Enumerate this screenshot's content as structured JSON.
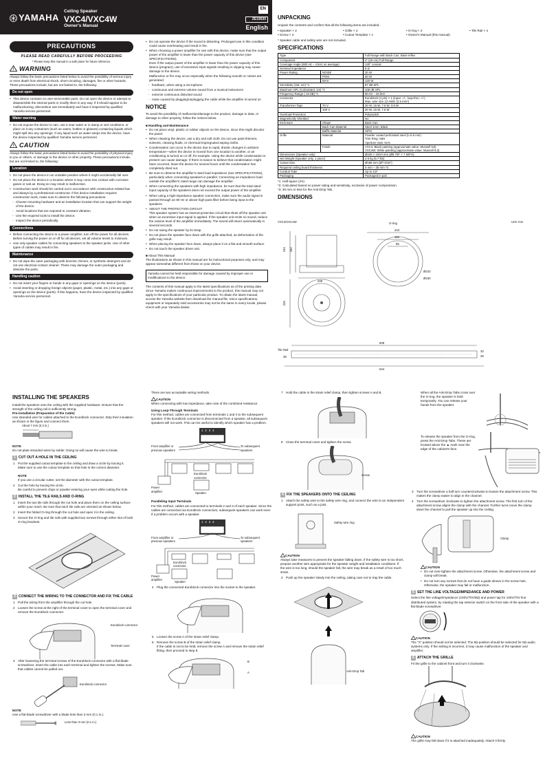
{
  "header": {
    "brand": "YAMAHA",
    "category": "Ceiling Speaker",
    "model": "VXC4/VXC4W",
    "doc_type": "Owner's Manual",
    "lang_badge": "EN",
    "doc_code": "ZE19530",
    "language": "English"
  },
  "precautions": {
    "title": "PRECAUTIONS",
    "subtitle": "PLEASE READ CAREFULLY BEFORE PROCEEDING",
    "keep_note": "* Please keep this manual in a safe place for future reference.",
    "warning": {
      "title": "WARNING",
      "intro": "Always follow the basic precautions listed below to avoid the possibility of serious injury or even death from electrical shock, short-circuiting, damages, fire or other hazards. These precautions include, but are not limited to, the following:",
      "sections": [
        {
          "title": "Do not open",
          "items": [
            "This device contains no user-serviceable parts. Do not open the device or attempt to disassemble the internal parts or modify them in any way. If it should appear to be malfunctioning, discontinue use immediately and have it inspected by qualified Yamaha service personnel."
          ]
        },
        {
          "title": "Water warning",
          "items": [
            "Do not expose the device to rain, use it near water or in damp or wet conditions, or place on it any containers (such as vases, bottles or glasses) containing liquids which might spill into any openings. If any liquid such as water seeps into the device, have the device inspected by qualified Yamaha service personnel."
          ]
        }
      ]
    },
    "caution": {
      "title": "CAUTION",
      "intro": "Always follow the basic precautions listed below to avoid the possibility of physical injury to you or others, or damage to the device or other property. These precautions include, but are not limited to, the following:",
      "sections": [
        {
          "title": "Location",
          "items": [
            "Do not place the device in an unstable position where it might accidentally fall over.",
            "Do not place the device in a location where it may come into contact with corrosive gases or salt air. Doing so may result in malfunction.",
            "Construction work should be carried out in accordance with construction-related law and always by a professional constructor. If the device installation requires construction work, make sure to observe the following precautions."
          ],
          "subitems": [
            "Choose mounting hardware and an installation location that can support the weight of the device.",
            "Avoid locations that are exposed to constant vibration.",
            "Use the required tools to install the device.",
            "Inspect the device periodically."
          ]
        },
        {
          "title": "Connections",
          "items": [
            "Before connecting the device to a power amplifier, turn off the power for all devices. Before turning the power on or off for all devices, set all volume levels to minimum.",
            "Use only speaker cables for connecting speakers to the speaker jacks. Use of other types of cables may result in fire."
          ]
        },
        {
          "title": "Maintenance",
          "items": [
            "Do not wipe the outer packaging with benzine, thinner, or synthetic detergent and do not use electrical contact cleaner. These may damage the outer packaging and dissolve the parts."
          ]
        },
        {
          "title": "Handling caution",
          "items": [
            "Do not insert your fingers or hands in any gaps or openings on the device (ports).",
            "Avoid inserting or dropping foreign objects (paper, plastic, metal, etc.) into any gaps or openings on the device (ports). If this happens, have the device inspected by qualified Yamaha service personnel."
          ]
        }
      ]
    },
    "col2_items": [
      "Do not operate the device if the sound is distorting. Prolonged use in this condition could cause overheating and result in fire.",
      "When choosing a power amplifier for use with this device, make sure that the output power of the amplifier is lower than the power capacity of this device (see SPECIFICATIONS)."
    ],
    "col2_para1": "Even if the output power of the amplifier is lower than the power capacity of this device (program), use of excessive input signals resulting in clipping may cause damage to the device.",
    "col2_para2": "Malfunction or fire may occur especially when the following sounds or noises are generated:",
    "col2_dashes": [
      "feedback, when using a microphone",
      "continuous and extreme volume sound from a musical instrument",
      "extreme continuous distorted sound",
      "noise caused by plugging/unplugging the cable while the amplifier is turned on"
    ]
  },
  "notice": {
    "title": "NOTICE",
    "intro": "To avoid the possibility of malfunction/damage to the product, damage to data, or damage to other property, follow the notices below.",
    "handling_title": "■ Handling and Maintenance",
    "items": [
      "Do not place vinyl, plastic or rubber objects on the device, since this might discolor the panel.",
      "When cleaning the device, use a dry and soft cloth. Do not use paint thinners, solvents, cleaning fluids, or chemical-impregnated wiping cloths.",
      "Condensation can occur in the device due to rapid, drastic changes in ambient temperature—when the device is moved from one location to another, or air conditioning is turned on or off, for example. Using the device while condensation is present can cause damage. If there is reason to believe that condensation might have occurred, leave the device for several hours until the condensation has completely dried out.",
      "Be sure to observe the amplifier's rated load impedance (see SPECIFICATIONS), particularly when connecting speakers in parallel. Connecting an impedance load outside the amplifier's rated range can damage the amplifier.",
      "When connecting the speakers with high impedance, be sure that the total rated input capacity of the speakers does not exceed the output power of the amplifier.",
      "When using a high-impedance speaker connection, make sure the audio signal is passed through an 80 Hz or above high-pass filter before being input to the speakers.",
      "ABOUT THE PROTECTION CIRCUIT"
    ],
    "protection_text": "This speaker system has an internal protection circuit that shuts off the speaker unit when an excessive input signal is applied. If the speaker unit emits no sound, reduce the volume level of the amplifier immediately. The sound will return automatically in several seconds.",
    "items2": [
      "Do not swing the speaker by its strap.",
      "Do not place the speaker face down with the grille attached, as deformation of the grille may result.",
      "When placing the speaker face down, always place it on a flat and smooth surface.",
      "Do not touch the speaker driver unit."
    ],
    "about_title": "■ About This Manual",
    "about_text": "The illustrations as shown in this manual are for instructional purposes only, and may appear somewhat different from those on your device.",
    "boxed": "Yamaha cannot be held responsible for damage caused by improper use or modifications to the device.",
    "contents": "The contents of this manual apply to the latest specifications as of the printing date. Since Yamaha makes continuous improvements to the product, this manual may not apply to the specifications of your particular product. To obtain the latest manual, access the Yamaha website then download the manual file. Since specifications, equipment or separately sold accessories may not be the same in every locale, please check with your Yamaha dealer."
  },
  "unpacking": {
    "title": "UNPACKING",
    "intro": "Unpack the contents and confirm that all the following items are included.",
    "items": [
      "Speaker × 2",
      "Grille × 2",
      "O-ring × 2",
      "Tile Rail × 4",
      "Screw × 4",
      "Cutout Template × 1",
      "Owner's Manual (this manual)",
      ""
    ],
    "note": "* Speaker cable and safety wire are not included."
  },
  "specifications": {
    "title": "SPECIFICATIONS",
    "rows": [
      [
        "Type",
        "",
        "Full Range with Back Can, Bass-reflex"
      ],
      [
        "Component",
        "",
        "4\" (10 cm) Full Range"
      ],
      [
        "Coverage Angle (500 Hz – 4 kHz on average)",
        "",
        "130° conical"
      ],
      [
        "Nominal Impedance",
        "",
        "8 Ω"
      ],
      [
        "Power Rating",
        "NOISE",
        "30 W"
      ],
      [
        "",
        "PGM",
        "60 W"
      ],
      [
        "",
        "MAX",
        "120 W"
      ],
      [
        "Sensitivity (1W, 1m) *1",
        "",
        "87 dB SPL"
      ],
      [
        "Maximum SPL (Calculated, 1m) *2",
        "",
        "108 dB SPL"
      ],
      [
        "Frequency Range (-10 dB) *1",
        "",
        "80 Hz – 20 kHz"
      ],
      [
        "Connector",
        "",
        "Euroblock (4 pin) × 1 (input: +/-, loop-thru: +/-)\nMax. wire size 12 AWG (2.5 mm²)"
      ],
      [
        "Transformer Taps",
        "70 V",
        "30 W, 15 W, 7.5 W, 3.8 W"
      ],
      [
        "",
        "100 V",
        "30 W, 15 W, 7.5 W"
      ],
      [
        "Overload Protection",
        "",
        "Polyswitch"
      ],
      [
        "Magnetically Shielded",
        "",
        "No"
      ],
      [
        "Enclosure",
        "Shape",
        "Back Can"
      ],
      [
        "",
        "Back Can Material",
        "Steel 1mm, Black"
      ],
      [
        "",
        "Baffle Material",
        "HIPS"
      ],
      [
        "Grille",
        "Material",
        "Powder coated perforated steel (t=0.6 mm)\nTrim Ring: ABS\nAperture ratio: 51%"
      ],
      [
        "",
        "Finish",
        "VXC4: Black painting (approximate value: Munsell N3)\nVXC4W: White painting (approximate value: Munsell 9.3)"
      ],
      [
        "Dimensions (Speaker only)",
        "",
        "Ø225 × 194H mm (Ø8 7/8\" × 7 5/8\"H)"
      ],
      [
        "Net Weight (Speaker only, 1 piece)",
        "",
        "2.6 kg (5.7 lbs)"
      ],
      [
        "Cutout Size",
        "",
        "Ø186 mm (Ø7 5/16\")"
      ],
      [
        "Required ceiling board thickness",
        "",
        "5 mm – 35 mm *3"
      ],
      [
        "Conduit Tube",
        "",
        "Up to 1/2\""
      ],
      [
        "Packaging",
        "",
        "Packaged in pair"
      ]
    ],
    "footnotes": [
      "*1: Half-space (2π)",
      "*2: Calculated based on power rating and sensitivity, exclusive of power compression.",
      "*3: 30 mm or less for the Anti-Drop Tab."
    ]
  },
  "dimensions": {
    "title": "DIMENSIONS",
    "unit": "Unit: mm",
    "model_label": "VXC4/VXC4W",
    "oring_label": "O-ring",
    "tile_rail_label": "Tile Rail",
    "values": {
      "h194": "194",
      "h182": "182",
      "w225": "225",
      "d225": "225",
      "w243": "243",
      "w184": "184",
      "w85": "85",
      "dia243": "Ø243",
      "dia183": "Ø183",
      "rail608": "608",
      "rail644": "644",
      "rail38": "38",
      "rail32": "32",
      "rail28": "28"
    }
  },
  "installing": {
    "title": "INSTALLING THE SPEAKERS",
    "intro": "Install the speakers onto the ceiling with the supplied hardware. Ensure that the strength of the ceiling rail is sufficiently strong.",
    "pre_title": "Pre-installation (Preparation of the Cable)",
    "pre_text": "Use stranded wire for cables attached to the Euroblock connector. Strip their insulation as shown in the figure and connect them.",
    "strip_label": "About 7 mm (0.3 in.)",
    "note_title": "NOTE",
    "note_text": "Do not plate stranded wires by solder. Doing so will cause the wire to break.",
    "step1": {
      "num": "1",
      "title": "CUT OUT A HOLE IN THE CEILING",
      "s1": "Put the supplied cutout template to the ceiling and draw a circle by tracing it.",
      "s1b": "Make sure to use the cutout template so that hole is the correct diameter.",
      "note_title": "NOTE",
      "note": "If you use a circular cutter, set the diameter with the cutout template.",
      "s2": "Cut the hole by tracing the circle.",
      "s2b": "Be careful to prevent chips or powder entering your eyes while cutting the hole."
    },
    "step2": {
      "num": "2",
      "title": "INSTALL THE TILE RAILS AND O-RING",
      "items": [
        "Insert the two tile rails through the cut hole and place them on the ceiling surface within your reach. Be sure that each tile rails are oriented as shown below.",
        "Insert the folded O-ring through the cut hole and open it in the ceiling.",
        "Secure the O-ring and tile rails with supplied two screws through either slot of both O-ring brackets."
      ]
    },
    "step3": {
      "num": "3",
      "title": "CONNECT THE WIRING TO THE CONNECTOR AND FIX THE CABLE",
      "items": [
        "Pull the wiring from the amplifier through the cut hole.",
        "Loosen the screw at the right of the terminal cover to open the terminal cover and remove the Euroblock connector.",
        "After loosening the terminal screws of the Euroblock connector with a flat-blade screwdriver, insert the cable into each terminal and tighten the screws. Make sure that cables cannot be pulled out."
      ],
      "euroblock_label": "Euroblock connector",
      "terminal_label": "Terminal cover",
      "note_title": "NOTE",
      "note": "Use a flat-blade screwdriver with a blade less than 3 mm (0.1 in.).",
      "blade_label": "Less than 3 mm (0.1 in.)"
    },
    "wiring": {
      "intro": "There are two acceptable wiring methods.",
      "caution_title": "CAUTION",
      "caution": "When connecting with low impedance, take note of the combined resistance.",
      "loop_title": "Using Loop-Through Terminals",
      "loop_text": "For this method, cables are connected from terminals 1 and 4 to the subsequent speaker. If the Euroblock connector is disconnected from a speaker, all subsequent speakers will not work. This can be useful to identify which speaker has a problem.",
      "parallel_title": "Paralleling Input Terminals",
      "parallel_text": "For this method, cables are connected to terminals 2 and 3 of each speaker. Since the cables are connected via Euroblock connectors, subsequent speakers can work even if a problem occurs with a speaker.",
      "terminals": [
        "1",
        "2",
        "3",
        "4"
      ],
      "from_label": "From amplifier or previous speakers",
      "to_label": "To subsequent speakers",
      "power_amp": "Power amplifier",
      "euroblock": "Euroblock connector",
      "speaker": "Speaker",
      "s4": "Plug the connected Euroblock connector into the socket in the speaker.",
      "s5": "Loosen the screw A of the strain relief clamp.",
      "s6": "Remove the screw B of the strain relief clamp.",
      "s6b": "If the cable is not to be held, remove the screw A and remove the strain relief fitting, then proceed to step 8.",
      "label_a": "A",
      "label_b": "B"
    },
    "col3": {
      "s7": "Hold the cable in the strain relief clamp, then tighten screws A and B.",
      "s8": "Close the terminal cover and tighten the screw.",
      "screw_label": "Screw"
    },
    "step4": {
      "num": "4",
      "title": "FIX THE SPEAKERS ONTO THE CEILING",
      "s1": "Attach the safety wire to the safety wire ring, and connect the wire to an independent support point, such as a joist.",
      "safety_label": "Safety wire ring",
      "caution_title": "CAUTION",
      "caution": "Always take measures to prevent the speaker falling down. If the safety wire is too short, prepare another wire appropriate for the speaker weight and installation conditions. If the wire is too long, should the speaker fall, the wire may break as a result of too much strain.",
      "s2": "Push up the speaker slowly into the ceiling, taking care not to trap the cable.",
      "antidrop_label": "Anti-Drop Tab",
      "held_text": "When all the Anti-Drop Tabs cross over the O-ring, the speaker is held temporarily. You can release your hands from the speaker.",
      "release_text": "To release the speaker from the O-ring, press the Anti-Drop Tabs. These are located above the ▲ mark near the edge of the cabinet's face.",
      "s3": "Turn the screwdriver a half turn counterclockwise to loosen the attachment screw. This makes the clamp easier to align in the channel.",
      "s4": "Turn the screwdriver clockwise to tighten the attachment screw. The first turn of the attachment screw aligns the clamp with the channel. Further turns move the clamp down the channel to pull the speaker up into the ceiling.",
      "clamp_label": "Clamp",
      "caution2_title": "CAUTION",
      "caution2": [
        "Do not over-tighten the attachment screw. Otherwise, the attachment screw and clamp will break.",
        "Do not turn any screws that do not have a guide sleeve in the screw hole. Otherwise, the speaker may fall or malfunction."
      ]
    },
    "step5": {
      "num": "5",
      "title": "SET THE LINE VOLTAGE/IMPEDANCE AND POWER",
      "text": "Select the line voltage/impedance (100V/70V/8Ω) and power tap for 100V/70V line distributed system, by rotating the tap selector switch on the front side of the speaker with a flat-blade screwdriver.",
      "caution_title": "CAUTION",
      "caution": "The \"X\" position should not be selected. The 8Ω position should be selected for 8Ω audio systems only. If the setting is incorrect, it may cause malfunction of the speaker and amplifier."
    },
    "step6": {
      "num": "6",
      "title": "ATTACH THE GRILLE",
      "text": "Fit the grille to the cabinet front and turn it clockwise.",
      "caution_title": "CAUTION",
      "caution": "The grille may fall down if it is attached inadequately. Attach it firmly."
    }
  }
}
